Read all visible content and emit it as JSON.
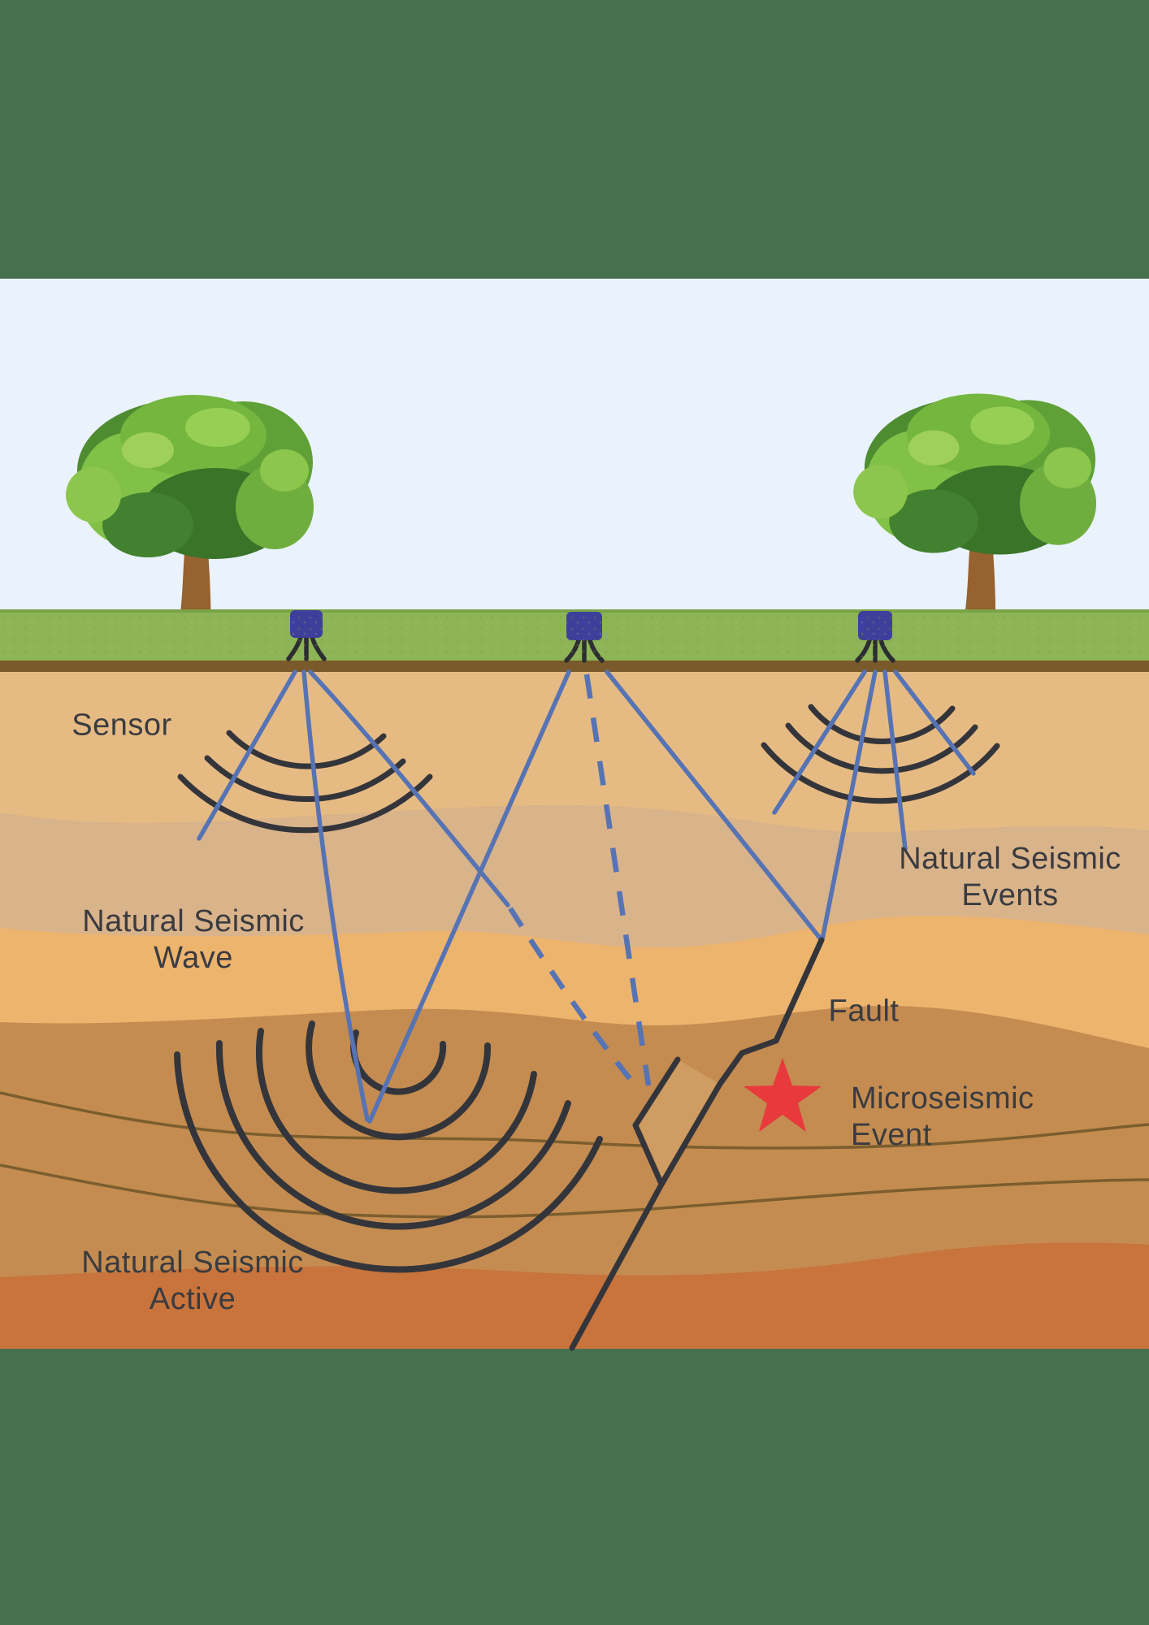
{
  "diagram": {
    "labels": {
      "sensor": "Sensor",
      "natural_seismic_wave": [
        "Natural Seismic",
        "Wave"
      ],
      "natural_seismic_events": [
        "Natural Seismic",
        "Events"
      ],
      "fault": "Fault",
      "microseismic_event": [
        "Microseismic",
        "Event"
      ],
      "natural_seismic_active": [
        "Natural Seismic",
        "Active"
      ]
    },
    "colors": {
      "frame_green": "#47714e",
      "sky": "#eaf2fb",
      "grass": "#8db457",
      "grass_edge": "#7aa348",
      "topsoil_stripe": "#7a5a2a",
      "layer1_tan": "#e6bb83",
      "layer2_light": "#d9b38a",
      "layer3_orange": "#edb46e",
      "layer4_brown": "#c48c50",
      "layer5_red_orange": "#c8743c",
      "fault_wedge": "#cf9c62",
      "strata_line": "#7b5d2e",
      "wave_arc_black": "#34353b",
      "ray_blue": "#5673b4",
      "sensor_blue": "#3e3f9b",
      "tripod_dark": "#2c2d31",
      "star_red": "#e8393c",
      "label_text": "#3a3b40",
      "trunk_brown": "#96622f",
      "leaf_light": "#82c148",
      "leaf_dark": "#4e8c31"
    }
  }
}
